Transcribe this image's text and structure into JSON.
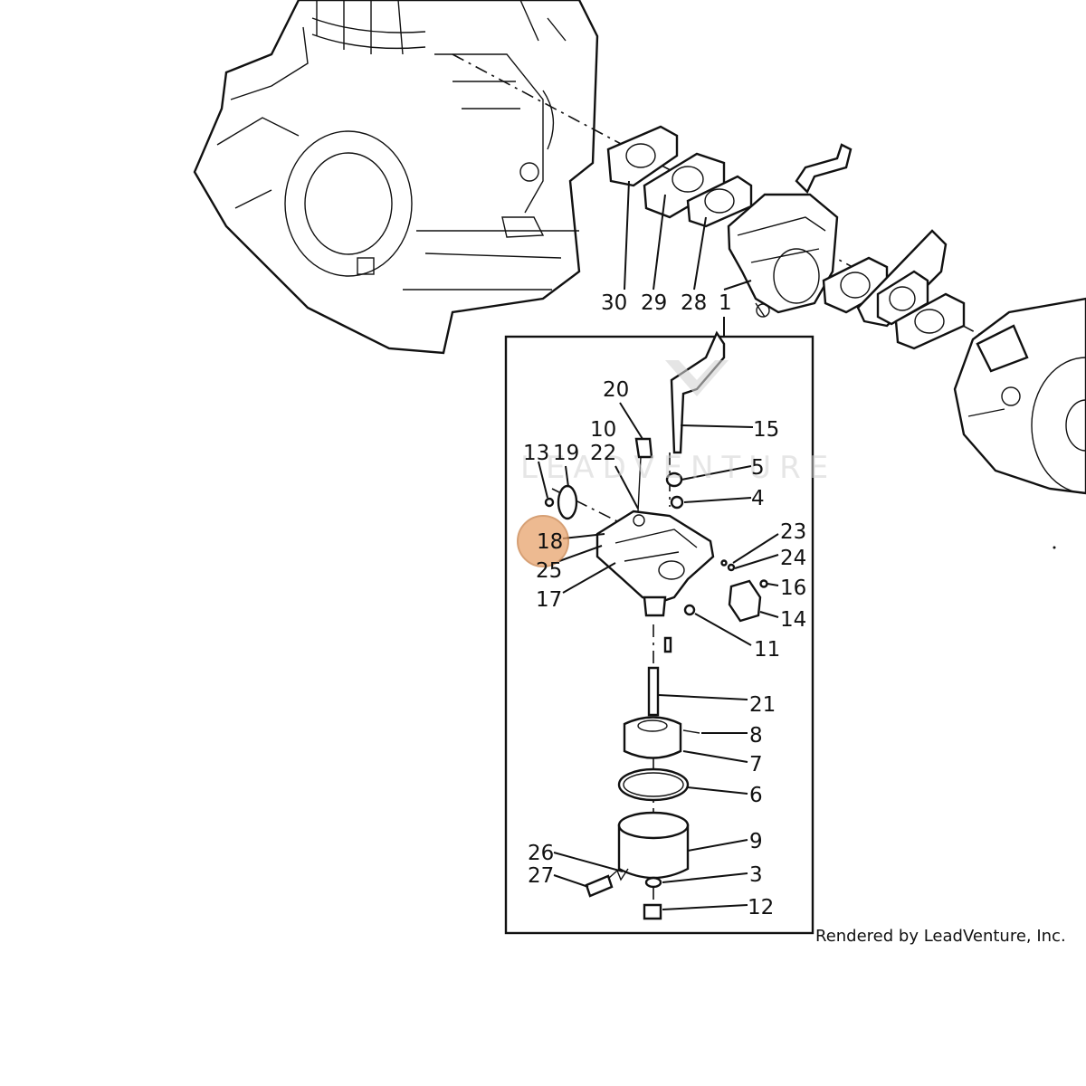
{
  "watermark": "LEADVENTURE",
  "credit": "Rendered by LeadVenture, Inc.",
  "highlight": {
    "callout": "18",
    "color": "#e8a36d"
  },
  "callouts": {
    "c30": "30",
    "c29": "29",
    "c28": "28",
    "c1": "1",
    "c20": "20",
    "c15": "15",
    "c10": "10",
    "c22": "22",
    "c13": "13",
    "c19": "19",
    "c5": "5",
    "c4": "4",
    "c18": "18",
    "c25": "25",
    "c23": "23",
    "c24": "24",
    "c16": "16",
    "c17": "17",
    "c14": "14",
    "c11": "11",
    "c21": "21",
    "c8": "8",
    "c7": "7",
    "c6": "6",
    "c9": "9",
    "c26": "26",
    "c27": "27",
    "c3": "3",
    "c12": "12"
  }
}
